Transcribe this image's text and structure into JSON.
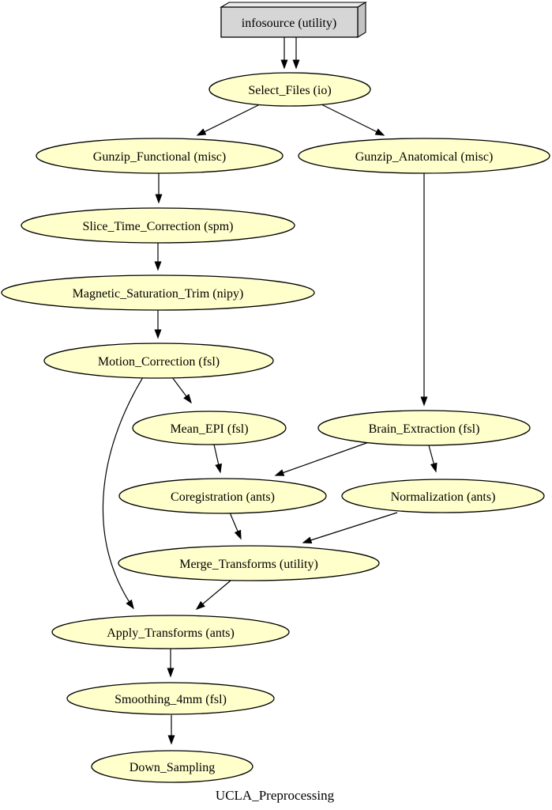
{
  "diagram": {
    "title": "UCLA_Preprocessing",
    "caption": "UCLA_Preprocessing",
    "colors": {
      "node_fill": "#FFFFCC",
      "node_stroke": "#000000",
      "box_fill": "#D6D6D6",
      "edge_color": "#000000",
      "background": "#FFFFFF"
    },
    "nodes": [
      {
        "id": "infosource",
        "label": "infosource (utility)",
        "shape": "box3d"
      },
      {
        "id": "select_files",
        "label": "Select_Files (io)",
        "shape": "ellipse"
      },
      {
        "id": "gunzip_functional",
        "label": "Gunzip_Functional (misc)",
        "shape": "ellipse"
      },
      {
        "id": "gunzip_anatomical",
        "label": "Gunzip_Anatomical (misc)",
        "shape": "ellipse"
      },
      {
        "id": "slice_time_correction",
        "label": "Slice_Time_Correction (spm)",
        "shape": "ellipse"
      },
      {
        "id": "magnetic_saturation_trim",
        "label": "Magnetic_Saturation_Trim (nipy)",
        "shape": "ellipse"
      },
      {
        "id": "motion_correction",
        "label": "Motion_Correction (fsl)",
        "shape": "ellipse"
      },
      {
        "id": "mean_epi",
        "label": "Mean_EPI (fsl)",
        "shape": "ellipse"
      },
      {
        "id": "brain_extraction",
        "label": "Brain_Extraction (fsl)",
        "shape": "ellipse"
      },
      {
        "id": "coregistration",
        "label": "Coregistration (ants)",
        "shape": "ellipse"
      },
      {
        "id": "normalization",
        "label": "Normalization (ants)",
        "shape": "ellipse"
      },
      {
        "id": "merge_transforms",
        "label": "Merge_Transforms (utility)",
        "shape": "ellipse"
      },
      {
        "id": "apply_transforms",
        "label": "Apply_Transforms (ants)",
        "shape": "ellipse"
      },
      {
        "id": "smoothing_4mm",
        "label": "Smoothing_4mm (fsl)",
        "shape": "ellipse"
      },
      {
        "id": "down_sampling",
        "label": "Down_Sampling",
        "shape": "ellipse"
      }
    ],
    "edges": [
      {
        "from": "infosource",
        "to": "select_files"
      },
      {
        "from": "infosource",
        "to": "select_files"
      },
      {
        "from": "select_files",
        "to": "gunzip_functional"
      },
      {
        "from": "select_files",
        "to": "gunzip_anatomical"
      },
      {
        "from": "gunzip_functional",
        "to": "slice_time_correction"
      },
      {
        "from": "slice_time_correction",
        "to": "magnetic_saturation_trim"
      },
      {
        "from": "magnetic_saturation_trim",
        "to": "motion_correction"
      },
      {
        "from": "motion_correction",
        "to": "mean_epi"
      },
      {
        "from": "motion_correction",
        "to": "apply_transforms"
      },
      {
        "from": "gunzip_anatomical",
        "to": "brain_extraction"
      },
      {
        "from": "mean_epi",
        "to": "coregistration"
      },
      {
        "from": "brain_extraction",
        "to": "coregistration"
      },
      {
        "from": "brain_extraction",
        "to": "normalization"
      },
      {
        "from": "coregistration",
        "to": "merge_transforms"
      },
      {
        "from": "normalization",
        "to": "merge_transforms"
      },
      {
        "from": "merge_transforms",
        "to": "apply_transforms"
      },
      {
        "from": "apply_transforms",
        "to": "smoothing_4mm"
      },
      {
        "from": "smoothing_4mm",
        "to": "down_sampling"
      }
    ]
  }
}
